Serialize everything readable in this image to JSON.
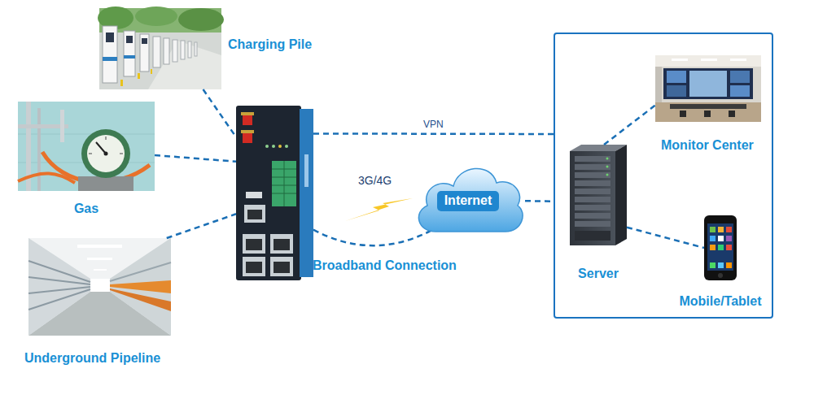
{
  "diagram": {
    "nodes": [
      {
        "text": [
          "Charging Pile"
        ]
      },
      {
        "text": [
          "Gas"
        ]
      },
      {
        "text": [
          "Underground Pipeline"
        ]
      },
      {
        "text": [
          "Broadband Connection"
        ]
      },
      {
        "text": [
          "Internet"
        ]
      },
      {
        "text": []
      },
      {
        "text": [
          "Server"
        ],
        "in": 5
      },
      {
        "text": [
          "Monitor Center"
        ],
        "in": 5
      },
      {
        "text": [
          "Mobile/Tablet"
        ],
        "in": 5
      }
    ],
    "edges": [
      {
        "from": 0,
        "to": 3,
        "arrow": "none"
      },
      {
        "from": 1,
        "to": 3,
        "arrow": "none"
      },
      {
        "from": 2,
        "to": 3,
        "arrow": "none"
      },
      {
        "from": 3,
        "to": 5,
        "arrow": "none",
        "label": "VPN"
      },
      {
        "from": 3,
        "to": 4,
        "arrow": "none"
      },
      {
        "from": 4,
        "to": 5,
        "arrow": "none"
      },
      {
        "from": 6,
        "to": 7,
        "arrow": "none"
      },
      {
        "from": 6,
        "to": 8,
        "arrow": "none"
      }
    ],
    "labels": [
      "3G/4G"
    ]
  }
}
